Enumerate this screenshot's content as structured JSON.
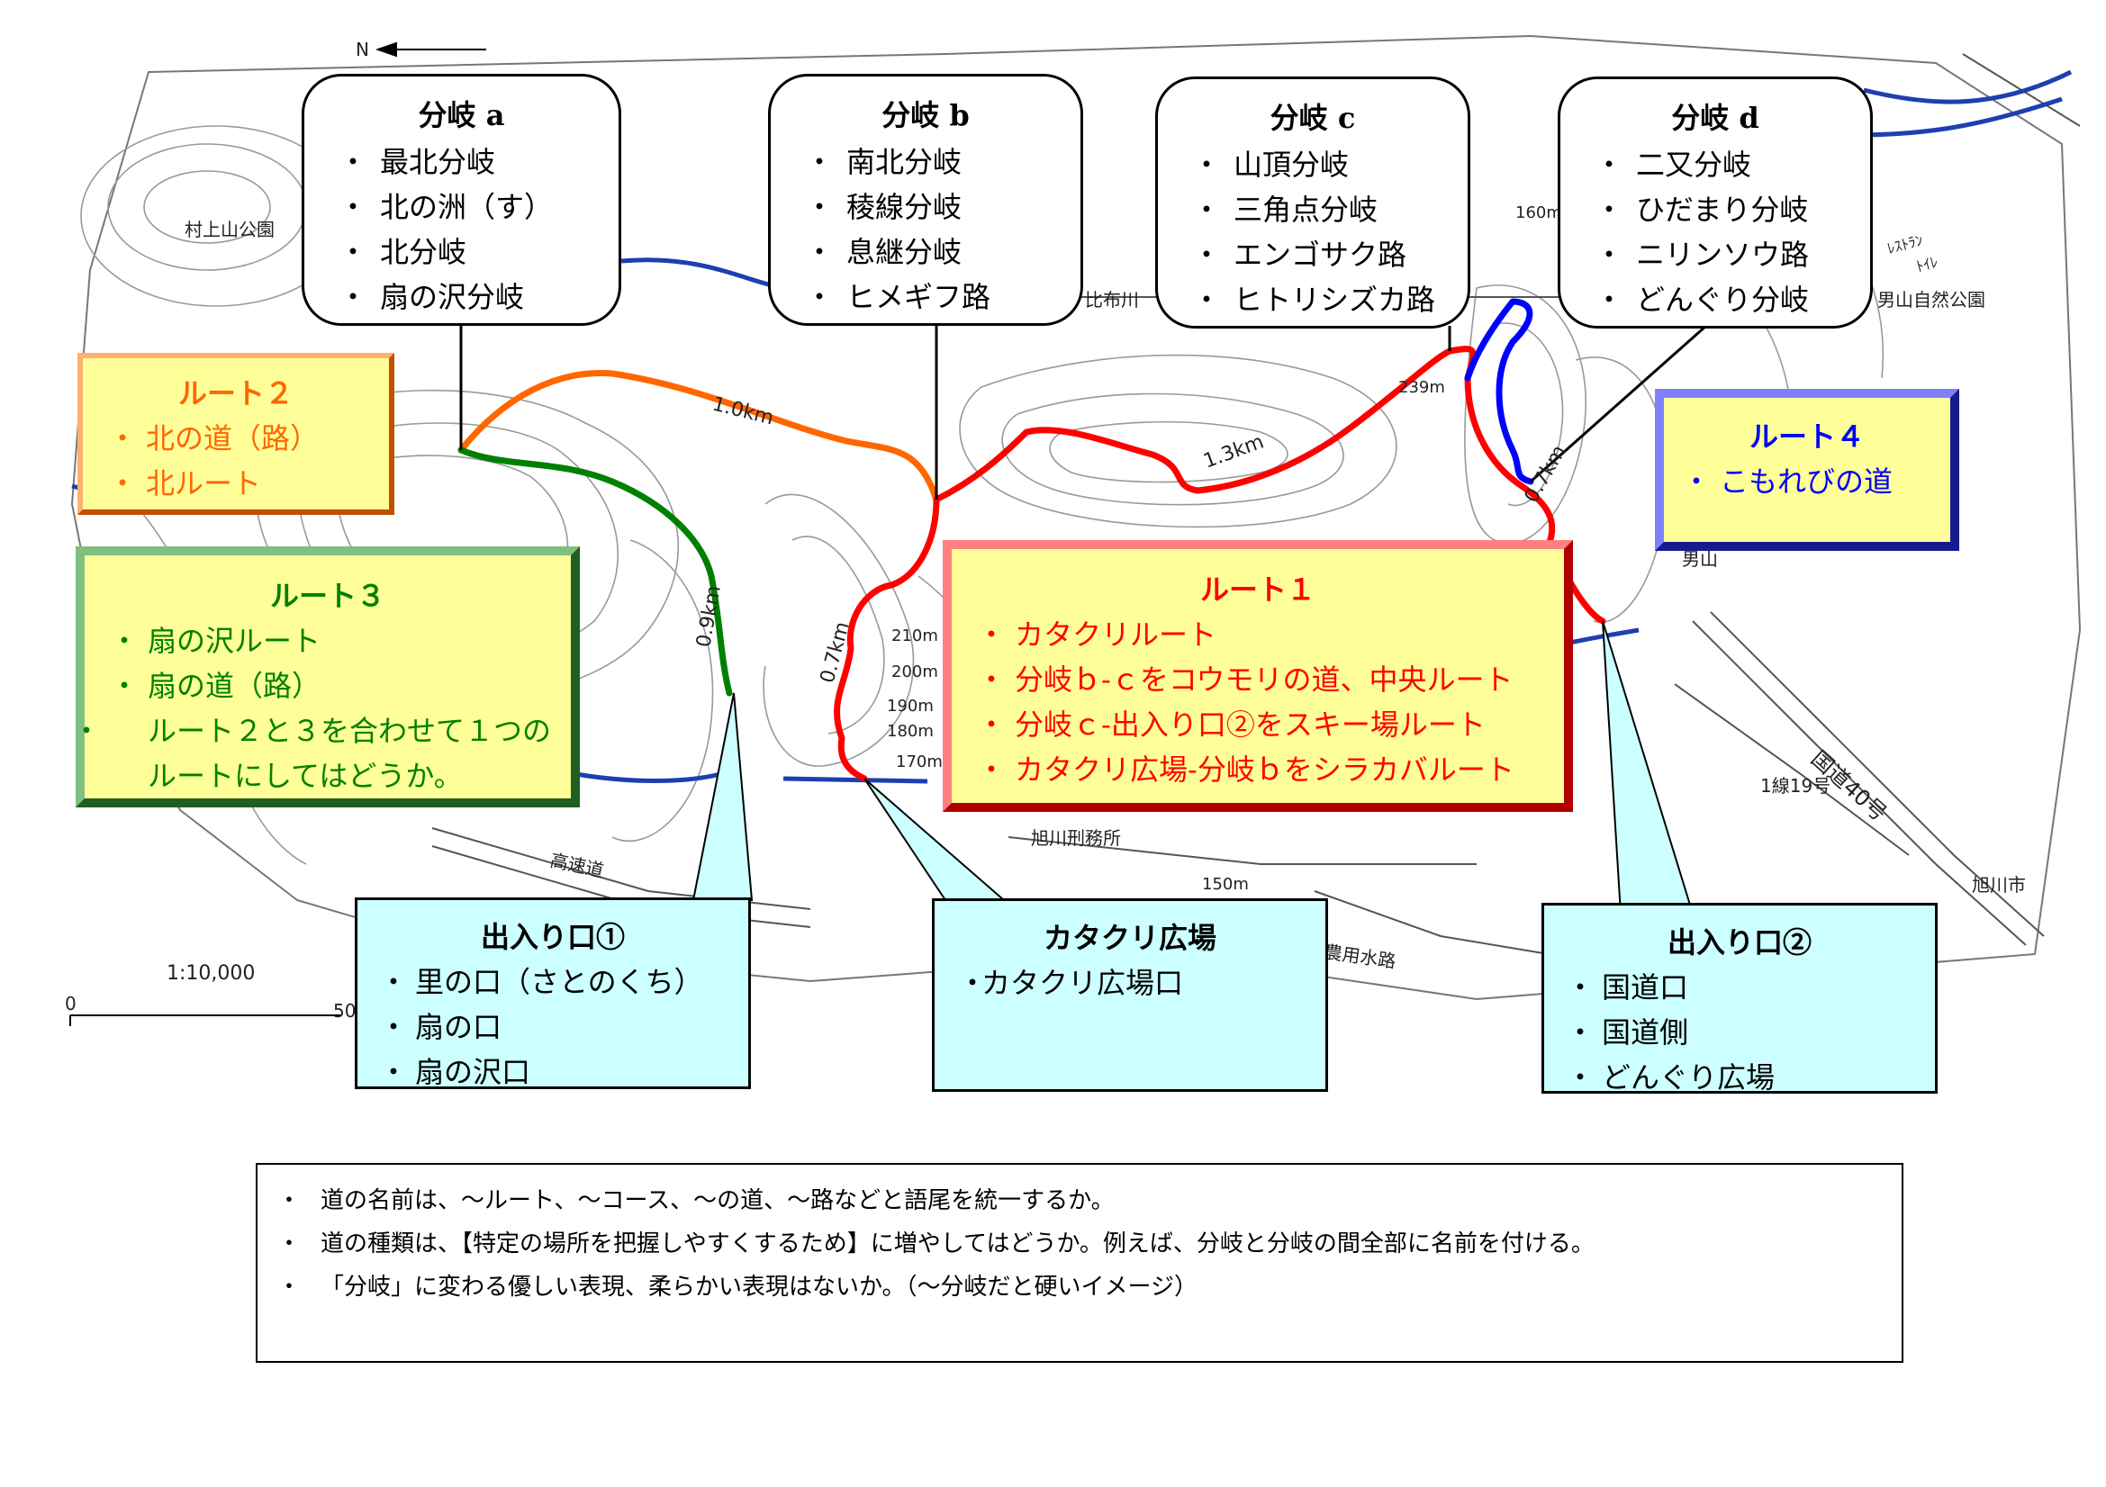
{
  "map": {
    "place_labels": {
      "murakami": "村上山公園",
      "hibu_river": "比布川",
      "otokoyama_park": "男山自然公園",
      "restaurant": "ﾚｽﾄﾗﾝ",
      "toilet": "ﾄｲﾚ",
      "otokoyama": "男山",
      "prison": "旭川刑務所",
      "waterway": "農用水路",
      "highway": "高速道",
      "national_road": "国道40号",
      "city": "旭川市",
      "line19": "1線19号",
      "north": "N",
      "scale": "1:10,000",
      "scale_zero": "0",
      "scale_fifty": "50"
    },
    "distances": {
      "d1": "1.0km",
      "d2": "0.9km",
      "d3": "0.7km",
      "d4": "1.3km",
      "d5": "0.7km"
    },
    "contours": {
      "c210": "210m",
      "c200": "200m",
      "c190": "190m",
      "c180": "180m",
      "c170": "170m",
      "c239": "239m",
      "c160": "160m",
      "c150": "150m"
    },
    "route_colors": {
      "route1": "#ff0000",
      "route2": "#ff6600",
      "route3": "#008000",
      "route4": "#0000ff"
    }
  },
  "branches": [
    {
      "title": "分岐 a",
      "items": [
        "最北分岐",
        "北の洲（す）",
        "北分岐",
        "扇の沢分岐"
      ]
    },
    {
      "title": "分岐 b",
      "items": [
        "南北分岐",
        "稜線分岐",
        "息継分岐",
        "ヒメギフ路"
      ]
    },
    {
      "title": "分岐 c",
      "items": [
        "山頂分岐",
        "三角点分岐",
        "エンゴサク路",
        "ヒトリシズカ路"
      ]
    },
    {
      "title": "分岐 d",
      "items": [
        "二又分岐",
        "ひだまり分岐",
        "ニリンソウ路",
        "どんぐり分岐"
      ]
    }
  ],
  "routes": {
    "route1": {
      "title": "ルート１",
      "color": "#ff0000",
      "items": [
        "カタクリルート",
        "分岐ｂ-ｃをコウモリの道、中央ルート",
        "分岐ｃ-出入り口②をスキー場ルート",
        "カタクリ広場-分岐ｂをシラカバルート"
      ]
    },
    "route2": {
      "title": "ルート２",
      "color": "#ff6600",
      "items": [
        "北の道（路）",
        "北ルート"
      ]
    },
    "route3": {
      "title": "ルート３",
      "color": "#008000",
      "items": [
        "扇の沢ルート",
        "扇の道（路）",
        "ルート２と３を合わせて１つのルートにしてはどうか。"
      ]
    },
    "route4": {
      "title": "ルート４",
      "color": "#0000ff",
      "items": [
        "こもれびの道"
      ]
    }
  },
  "entrances": {
    "entrance1": {
      "title": "出入り口①",
      "items": [
        "里の口（さとのくち）",
        "扇の口",
        "扇の沢口"
      ]
    },
    "katakuri": {
      "title": "カタクリ広場",
      "items": [
        "カタクリ広場口"
      ]
    },
    "entrance2": {
      "title": "出入り口②",
      "items": [
        "国道口",
        "国道側",
        "どんぐり広場"
      ]
    }
  },
  "notes": [
    "道の名前は、～ルート、～コース、～の道、～路などと語尾を統一するか。",
    "道の種類は、【特定の場所を把握しやすくするため】に増やしてはどうか。例えば、分岐と分岐の間全部に名前を付ける。",
    "「分岐」に変わる優しい表現、柔らかい表現はないか。（～分岐だと硬いイメージ）"
  ]
}
